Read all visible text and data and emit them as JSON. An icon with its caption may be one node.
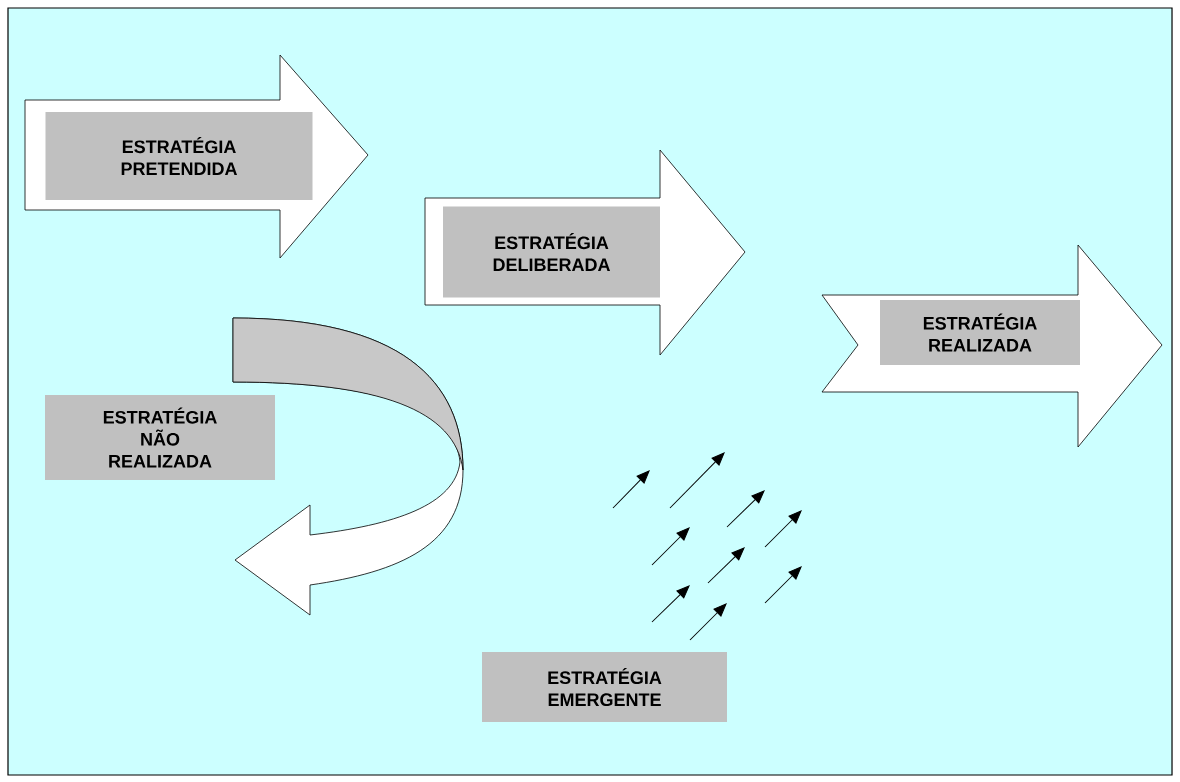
{
  "diagram": {
    "nodes": [
      {
        "text": [],
        "shape": "arrow"
      },
      {
        "text": [
          "ESTRATÉGIA PRETENDIDA"
        ],
        "in": 0
      },
      {
        "text": [],
        "shape": "arrow"
      },
      {
        "text": [
          "ESTRATÉGIA DELIBERADA"
        ],
        "in": 2
      },
      {
        "text": [],
        "shape": "arrow"
      },
      {
        "text": [
          "ESTRATÉGIA REALIZADA"
        ],
        "in": 4
      },
      {
        "text": [
          "ESTRATÉGIA NÃO REALIZADA"
        ]
      },
      {
        "text": [
          "ESTRATÉGIA EMERGENTE"
        ]
      }
    ]
  }
}
